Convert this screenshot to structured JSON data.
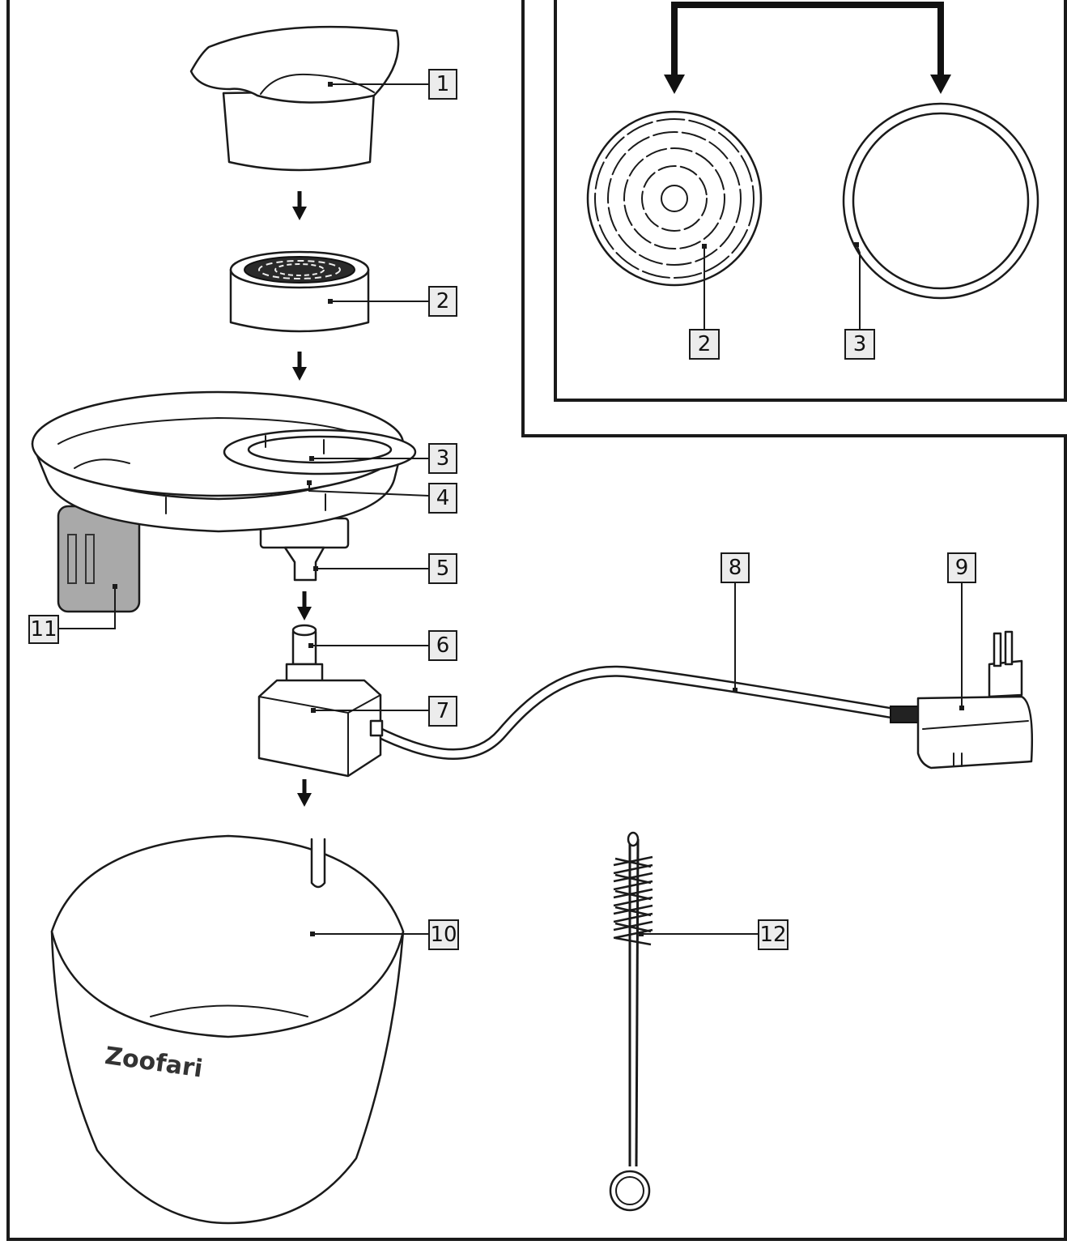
{
  "diagram": {
    "callouts": [
      {
        "id": "c1",
        "label": "1"
      },
      {
        "id": "c2",
        "label": "2"
      },
      {
        "id": "c3",
        "label": "3"
      },
      {
        "id": "c4",
        "label": "4"
      },
      {
        "id": "c5",
        "label": "5"
      },
      {
        "id": "c6",
        "label": "6"
      },
      {
        "id": "c7",
        "label": "7"
      },
      {
        "id": "c8",
        "label": "8"
      },
      {
        "id": "c9",
        "label": "9"
      },
      {
        "id": "c10",
        "label": "10"
      },
      {
        "id": "c11",
        "label": "11"
      },
      {
        "id": "c12",
        "label": "12"
      },
      {
        "id": "inset-c2",
        "label": "2"
      },
      {
        "id": "inset-c3",
        "label": "3"
      }
    ],
    "brand_logo": "Zoofari"
  },
  "colors": {
    "line": "#1a1a1a",
    "callout_fill": "#ececec",
    "shaded_part": "#a9a9a9",
    "background": "#ffffff"
  }
}
